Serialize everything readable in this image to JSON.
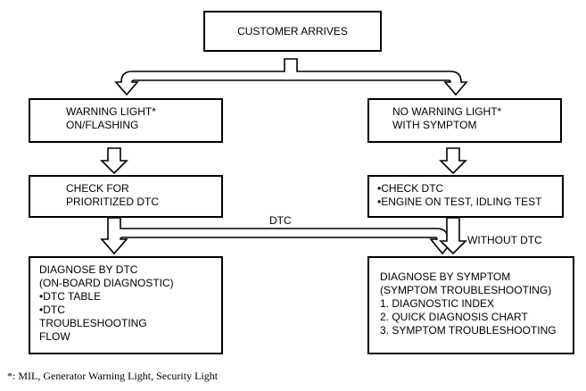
{
  "start": {
    "lines": [
      "CUSTOMER ARRIVES"
    ]
  },
  "left_branch": {
    "condition": {
      "lines": [
        "WARNING LIGHT*",
        "ON/FLASHING"
      ]
    },
    "step": {
      "lines": [
        "CHECK FOR",
        "PRIORITIZED DTC"
      ]
    },
    "result": {
      "lines": [
        "DIAGNOSE BY DTC",
        "(ON-BOARD DIAGNOSTIC)",
        "•DTC TABLE",
        "•DTC",
        "TROUBLESHOOTING",
        "FLOW"
      ]
    }
  },
  "right_branch": {
    "condition": {
      "lines": [
        "NO WARNING LIGHT*",
        "WITH SYMPTOM"
      ]
    },
    "step": {
      "lines": [
        "•CHECK DTC",
        "•ENGINE ON TEST, IDLING TEST"
      ]
    },
    "result": {
      "lines": [
        "DIAGNOSE BY SYMPTOM",
        "(SYMPTOM TROUBLESHOOTING)",
        "1. DIAGNOSTIC INDEX",
        "2. QUICK DIAGNOSIS CHART",
        "3. SYMPTOM TROUBLESHOOTING"
      ]
    }
  },
  "edge_labels": {
    "dtc": "DTC",
    "without_dtc": "WITHOUT DTC"
  },
  "footnote": "*: MIL, Generator Warning Light, Security Light"
}
